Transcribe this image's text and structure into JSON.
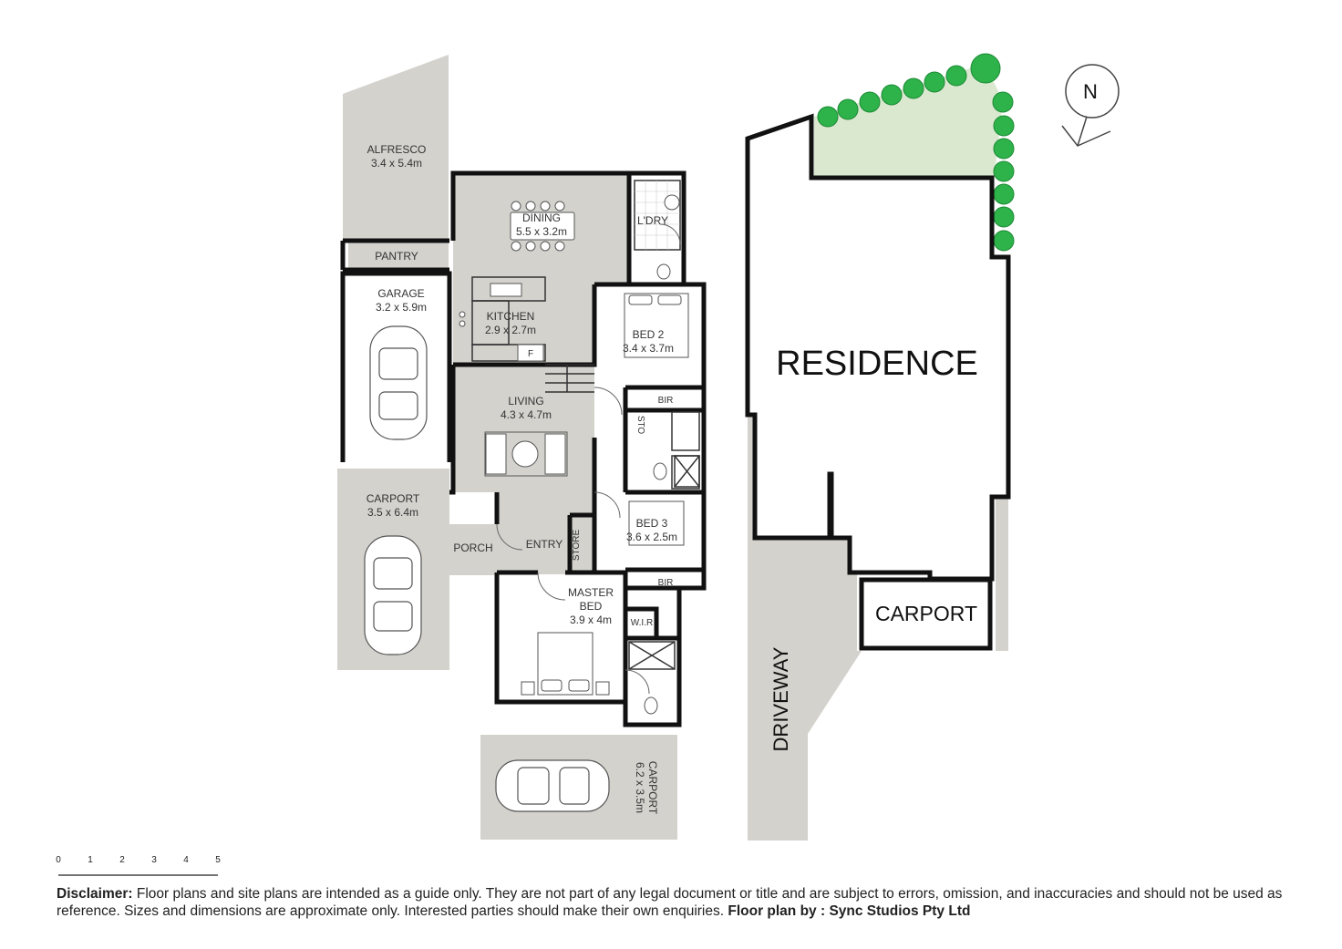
{
  "rooms": {
    "alfresco": {
      "name": "ALFRESCO",
      "size": "3.4 x 5.4m"
    },
    "pantry": {
      "name": "PANTRY"
    },
    "garage": {
      "name": "GARAGE",
      "size": "3.2 x 5.9m"
    },
    "carport_left": {
      "name": "CARPORT",
      "size": "3.5 x 6.4m"
    },
    "dining": {
      "name": "DINING",
      "size": "5.5 x 3.2m"
    },
    "laundry": {
      "name": "L'DRY"
    },
    "kitchen": {
      "name": "KITCHEN",
      "size": "2.9 x 2.7m",
      "fridge": "F"
    },
    "bed2": {
      "name": "BED 2",
      "size": "3.4 x 3.7m",
      "robe": "BIR"
    },
    "living": {
      "name": "LIVING",
      "size": "4.3 x 4.7m"
    },
    "sto": {
      "name": "STO"
    },
    "bed3": {
      "name": "BED 3",
      "size": "3.6 x 2.5m",
      "robe": "BIR"
    },
    "porch": {
      "name": "PORCH"
    },
    "entry": {
      "name": "ENTRY"
    },
    "store": {
      "name": "STORE"
    },
    "master": {
      "name": "MASTER",
      "name2": "BED",
      "size": "3.9 x 4m"
    },
    "wir": {
      "name": "W.I.R"
    },
    "carport_bottom": {
      "name": "CARPORT",
      "size": "6.2 x 3.5m"
    }
  },
  "site": {
    "residence": "RESIDENCE",
    "carport": "CARPORT",
    "driveway": "DRIVEWAY",
    "north": "N"
  },
  "scale_bar": {
    "ticks": [
      "0",
      "1",
      "2",
      "3",
      "4",
      "5"
    ]
  },
  "disclaimer": {
    "label": "Disclaimer:",
    "text": " Floor plans and site plans are intended as a guide only. They are not part of any legal document or title and are subject to errors, omission, and inaccuracies and should not be used as reference. Sizes and dimensions are approximate only. Interested parties should make their own enquiries. ",
    "credit": "Floor plan by : Sync Studios Pty Ltd"
  },
  "colors": {
    "wall": "#111111",
    "floor_grey": "#d3d2cd",
    "room_white": "#ffffff",
    "lawn": "#d9e8cf",
    "tree": "#2db34a"
  }
}
